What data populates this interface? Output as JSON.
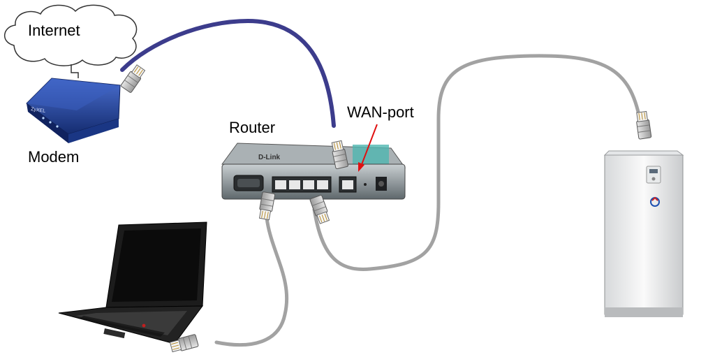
{
  "labels": {
    "internet": "Internet",
    "modem": "Modem",
    "router": "Router",
    "wan_port": "WAN-port"
  },
  "devices": {
    "modem_brand": "ZyXEL",
    "router_brand": "D-Link"
  },
  "colors": {
    "wan_cable": "#3c3c8c",
    "lan_cable": "#a0a0a0",
    "modem_body": "#1f3f93",
    "router_body": "#8a9396",
    "arrow": "#e01010",
    "heat_pump_body": "#f2f3f4",
    "laptop_body": "#1c1c1c"
  },
  "icons": [
    "cloud-icon",
    "modem-icon",
    "router-icon",
    "laptop-icon",
    "heat-pump-icon",
    "rj45-connector-icon"
  ]
}
